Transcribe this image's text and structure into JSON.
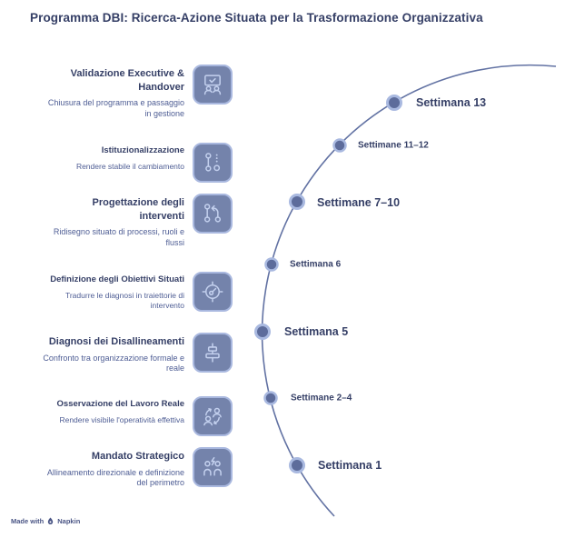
{
  "title": "Programma DBI: Ricerca-Azione Situata per la Trasformazione Organizzativa",
  "phases": [
    {
      "title": "Validazione Executive &\nHandover",
      "description": "Chiusura del programma e passaggio\nin gestione",
      "icon": "presentation-check-icon",
      "emphasis": "large"
    },
    {
      "title": "Istituzionalizzazione",
      "description": "Rendere stabile il cambiamento",
      "icon": "workflow-nodes-icon",
      "emphasis": "small"
    },
    {
      "title": "Progettazione degli\ninterventi",
      "description": "Ridisegno situato di processi, ruoli e\nflussi",
      "icon": "git-pull-request-icon",
      "emphasis": "large"
    },
    {
      "title": "Definizione degli Obiettivi Situati",
      "description": "Tradurre le diagnosi in traiettorie di\nintervento",
      "icon": "target-gauge-icon",
      "emphasis": "small"
    },
    {
      "title": "Diagnosi dei Disallineamenti",
      "description": "Confronto tra organizzazione formale e\nreale",
      "icon": "align-center-icon",
      "emphasis": "large"
    },
    {
      "title": "Osservazione del Lavoro Reale",
      "description": "Rendere visibile l'operatività effettiva",
      "icon": "people-exchange-icon",
      "emphasis": "small"
    },
    {
      "title": "Mandato Strategico",
      "description": "Allineamento direzionale e definizione\ndel perimetro",
      "icon": "people-spark-icon",
      "emphasis": "large"
    }
  ],
  "timeline": {
    "milestones": [
      {
        "label": "Settimana 13",
        "emphasis": "large"
      },
      {
        "label": "Settimane 11–12",
        "emphasis": "small"
      },
      {
        "label": "Settimane 7–10",
        "emphasis": "large"
      },
      {
        "label": "Settimana 6",
        "emphasis": "small"
      },
      {
        "label": "Settimana 5",
        "emphasis": "large"
      },
      {
        "label": "Settimane 2–4",
        "emphasis": "small"
      },
      {
        "label": "Settimana 1",
        "emphasis": "large"
      }
    ]
  },
  "footer": {
    "made_with": "Made with",
    "brand": "Napkin"
  },
  "colors": {
    "title_text": "#353F66",
    "description_text": "#4E5D94",
    "tile_fill": "#7483AB",
    "tile_border": "#A9B8DF",
    "glyph": "#C3D0EE",
    "curve": "#6272A3",
    "dot_fill": "#5D6C9B",
    "dot_ring": "#A9B9E0"
  }
}
